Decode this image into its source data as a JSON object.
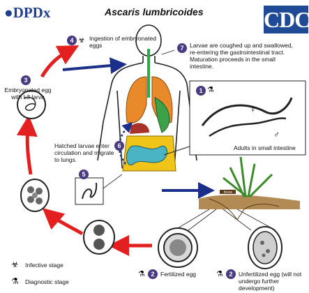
{
  "header": {
    "logo": "DPDx",
    "title": "Ascaris lumbricoides",
    "cdc_logo": "CDC"
  },
  "steps": {
    "s1": {
      "number": "1"
    },
    "s2a": {
      "number": "2",
      "label": "Fertilized egg"
    },
    "s2b": {
      "number": "2",
      "label": "Unfertilized egg (will not undergo further development)"
    },
    "s3": {
      "number": "3",
      "label": "Embryonated egg with L3 larva"
    },
    "s4": {
      "number": "4",
      "label": "Ingestion of embryonated eggs"
    },
    "s5": {
      "number": "5"
    },
    "s6": {
      "number": "6",
      "label": "Hatched larvae enter circulation and migrate to lungs."
    },
    "s7": {
      "number": "7",
      "label": "Larvae are coughed up and swallowed, re-entering the gastrointestinal tract. Maturation proceeds in the small intestine."
    }
  },
  "adults_box": {
    "female": "♀",
    "male": "♂",
    "caption": "Adults in small intestine"
  },
  "soil_label": "feces",
  "legend": {
    "infective": "Infective stage",
    "diagnostic": "Diagnostic stage"
  },
  "colors": {
    "red_arrow": "#e41f1f",
    "blue_arrow": "#1b2f8a",
    "step_badge": "#4a3a82",
    "lungs": "#e8892a",
    "intestine": "#3ba24a",
    "colon": "#f0c419"
  }
}
